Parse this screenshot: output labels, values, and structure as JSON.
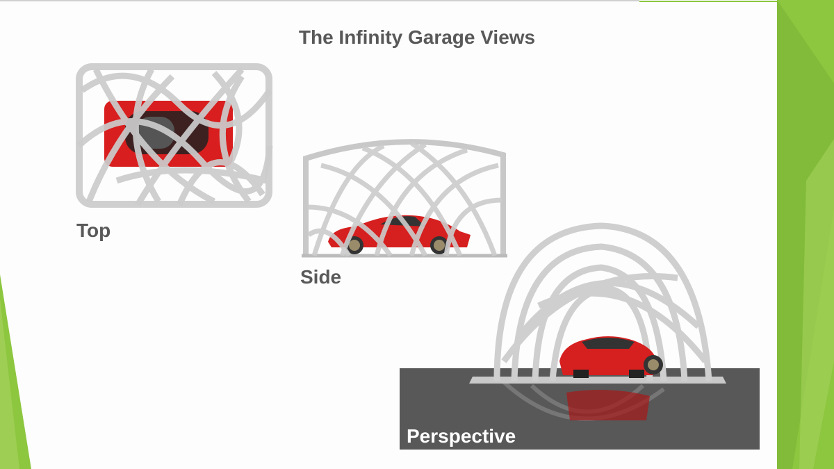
{
  "slide": {
    "title": "The Infinity Garage Views",
    "labels": {
      "top": "Top",
      "side": "Side",
      "perspective": "Perspective"
    }
  },
  "colors": {
    "accent_green": "#8dc63f",
    "accent_green_dark": "#6ea12e",
    "title_text": "#595959",
    "structure_gray": "#c8c8c8",
    "car_red": "#d81e1e",
    "floor_gray": "#585858"
  },
  "images": {
    "top_view": "garage-top-view",
    "side_view": "garage-side-view",
    "perspective_view": "garage-perspective-view"
  }
}
